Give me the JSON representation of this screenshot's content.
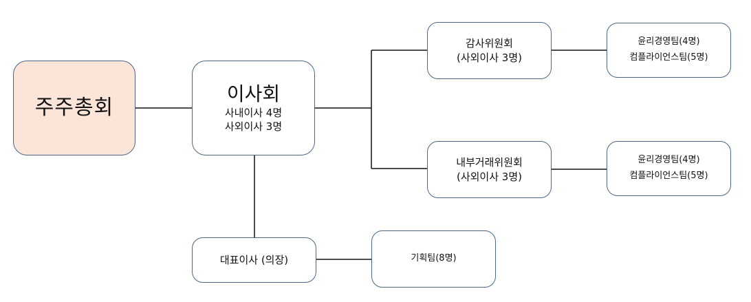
{
  "shareholders": {
    "title": "주주총회"
  },
  "board": {
    "title": "이사회",
    "inside_directors": "사내이사 4명",
    "outside_directors": "사외이사 3명"
  },
  "audit_committee": {
    "name": "감사위원회",
    "members": "(사외이사 3명)",
    "teams": [
      "윤리경영팀(4명)",
      "컴플라이언스팀(5명)"
    ]
  },
  "related_party_committee": {
    "name": "내부거래위원회",
    "members": "(사외이사 3명)",
    "teams": [
      "윤리경영팀(4명)",
      "컴플라이언스팀(5명)"
    ]
  },
  "ceo": {
    "title": "대표이사 (의장)"
  },
  "planning_team": {
    "name": "기획팀(8명)"
  },
  "colors": {
    "shareholders_fill": "#fae5d8",
    "box_border": "#4b6584",
    "connector": "#111111"
  }
}
